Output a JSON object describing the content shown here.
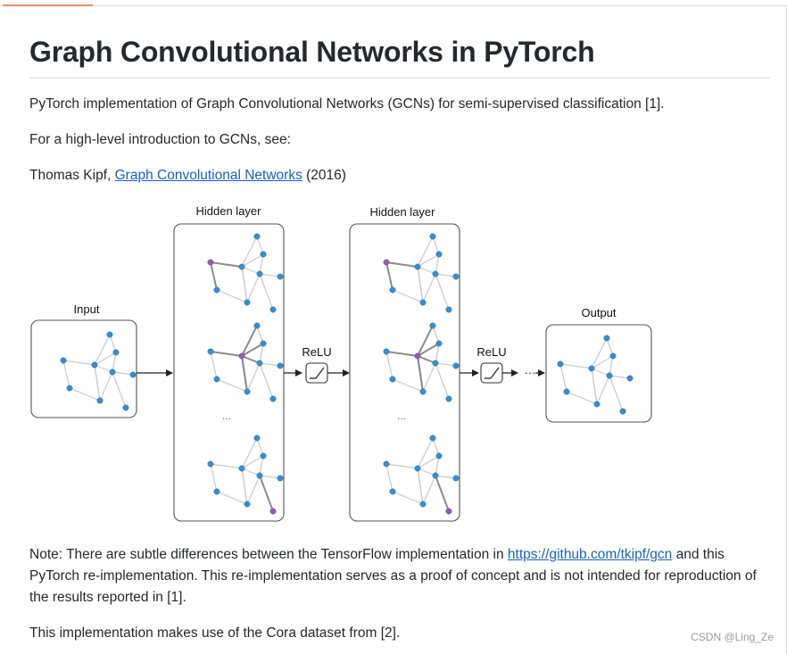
{
  "page": {
    "title": "Graph Convolutional Networks in PyTorch",
    "intro": "PyTorch implementation of Graph Convolutional Networks (GCNs) for semi-supervised classification [1].",
    "high_level": "For a high-level introduction to GCNs, see:",
    "citation": {
      "author_prefix": "Thomas Kipf, ",
      "link_text": "Graph Convolutional Networks",
      "year_suffix": " (2016)"
    },
    "note": {
      "prefix": "Note: There are subtle differences between the TensorFlow implementation in ",
      "link_text": "https://github.com/tkipf/gcn",
      "suffix": " and this PyTorch re-implementation. This re-implementation serves as a proof of concept and is not intended for reproduction of the results reported in [1]."
    },
    "dataset": "This implementation makes use of the Cora dataset from [2].",
    "watermark": "CSDN @Ling_Ze"
  },
  "diagram": {
    "input_label": "Input",
    "hidden_label_1": "Hidden layer",
    "hidden_label_2": "Hidden layer",
    "relu_label_1": "ReLU",
    "relu_label_2": "ReLU",
    "output_label": "Output",
    "ellipsis_1": "...",
    "ellipsis_2": "...",
    "arrow_ellipsis": "···",
    "colors": {
      "node": "#3b8ec9",
      "highlight": "#a356a8",
      "edge": "#c9c9c9",
      "active_edge": "#8c8c8c"
    }
  }
}
